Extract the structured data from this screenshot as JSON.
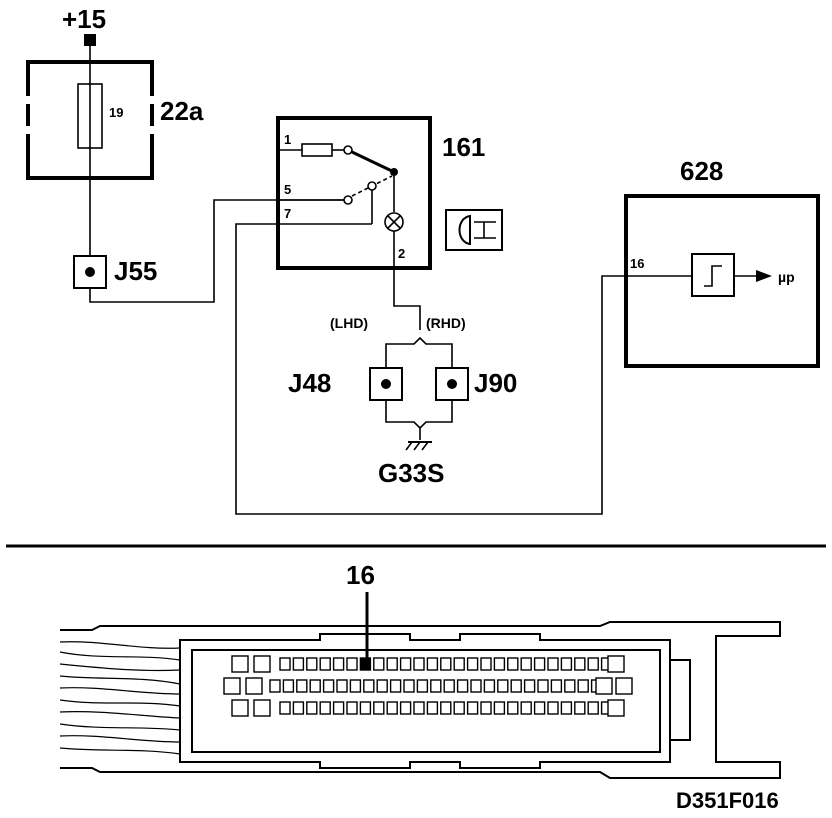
{
  "labels": {
    "supply": "+15",
    "fuse_number": "19",
    "fuse_box": "22a",
    "switch_unit": "161",
    "pin_1": "1",
    "pin_5": "5",
    "pin_7": "7",
    "pin_2": "2",
    "connector_j55": "J55",
    "control_module": "628",
    "pin_16": "16",
    "output": "µp",
    "variant_lhd": "(LHD)",
    "variant_rhd": "(RHD)",
    "connector_j48": "J48",
    "connector_j90": "J90",
    "ground": "G33S",
    "connector_pin": "16",
    "figure_code": "D351F016"
  },
  "icons": {
    "headlight_symbol": "headlight-range-icon",
    "fuse": "fuse-icon",
    "bulb": "lamp-icon",
    "ground": "ground-icon",
    "schmitt": "schmitt-trigger-icon"
  },
  "colors": {
    "ink": "#000000",
    "paper": "#ffffff"
  }
}
